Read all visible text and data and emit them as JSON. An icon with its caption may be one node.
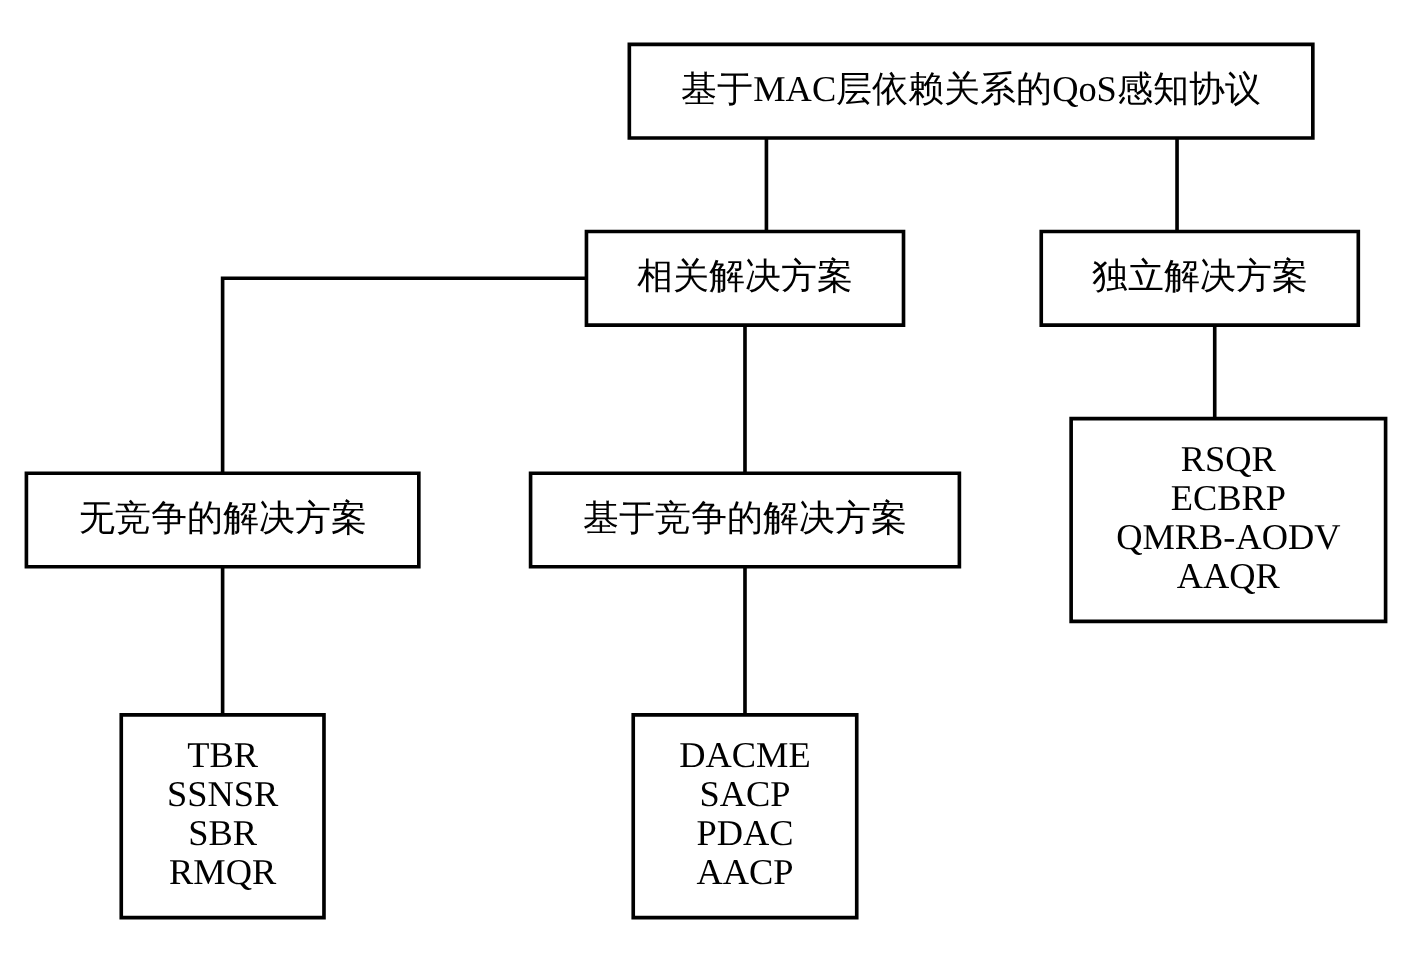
{
  "diagram": {
    "nodes": [
      {
        "text": [
          "基于MAC层依赖关系的QoS感知协议"
        ]
      },
      {
        "text": [
          "相关解决方案"
        ]
      },
      {
        "text": [
          "独立解决方案"
        ]
      },
      {
        "text": [
          "无竞争的解决方案"
        ]
      },
      {
        "text": [
          "基于竞争的解决方案"
        ]
      },
      {
        "text": [
          "TBR",
          "SSNSR",
          "SBR",
          "RMQR"
        ]
      },
      {
        "text": [
          "DACME",
          "SACP",
          "PDAC",
          "AACP"
        ]
      },
      {
        "text": [
          "RSQR",
          "ECBRP",
          "QMRB-AODV",
          "AAQR"
        ]
      }
    ],
    "edges": [
      {
        "from": 0,
        "to": 1,
        "arrow": "none"
      },
      {
        "from": 0,
        "to": 2,
        "arrow": "none"
      },
      {
        "from": 1,
        "to": 3,
        "arrow": "none"
      },
      {
        "from": 1,
        "to": 4,
        "arrow": "none"
      },
      {
        "from": 3,
        "to": 5,
        "arrow": "none"
      },
      {
        "from": 4,
        "to": 6,
        "arrow": "none"
      },
      {
        "from": 2,
        "to": 7,
        "arrow": "none"
      }
    ]
  }
}
